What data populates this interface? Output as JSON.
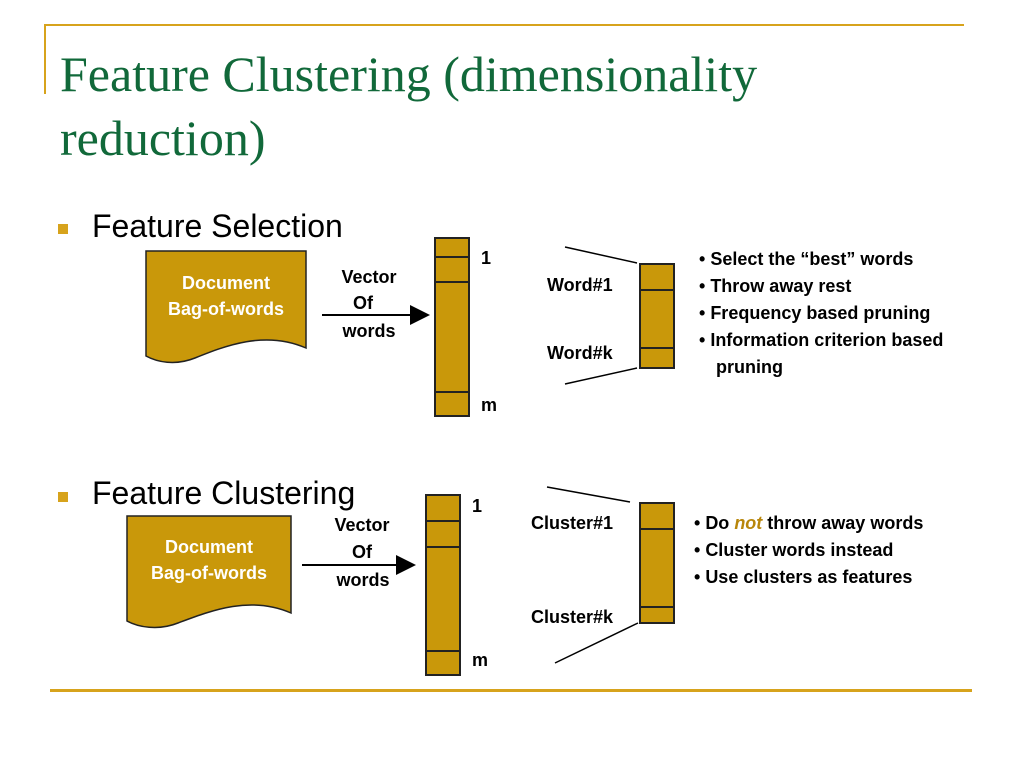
{
  "title": "Feature Clustering (dimensionality reduction)",
  "sections": [
    {
      "heading": "Feature Selection",
      "document": [
        "Document",
        "Bag-of-words"
      ],
      "vector_label": [
        "Vector",
        "Of",
        "words"
      ],
      "index_top": "1",
      "index_bottom": "m",
      "reduced_top": "Word#1",
      "reduced_bottom": "Word#k",
      "points": [
        "Select the “best” words",
        "Throw away rest",
        "Frequency based pruning",
        "Information criterion based",
        "pruning"
      ]
    },
    {
      "heading": "Feature Clustering",
      "document": [
        "Document",
        "Bag-of-words"
      ],
      "vector_label": [
        "Vector",
        "Of",
        "words"
      ],
      "index_top": "1",
      "index_bottom": "m",
      "reduced_top": "Cluster#1",
      "reduced_bottom": "Cluster#k",
      "points_rich": {
        "p1_pre": "Do ",
        "p1_em": "not",
        "p1_post": " throw away words"
      },
      "points": [
        "Cluster words instead",
        "Use clusters as features"
      ]
    }
  ],
  "colors": {
    "accent": "#d7a31c",
    "title": "#11693a",
    "column_fill": "#c9980a",
    "emphasis": "#b8860b"
  }
}
